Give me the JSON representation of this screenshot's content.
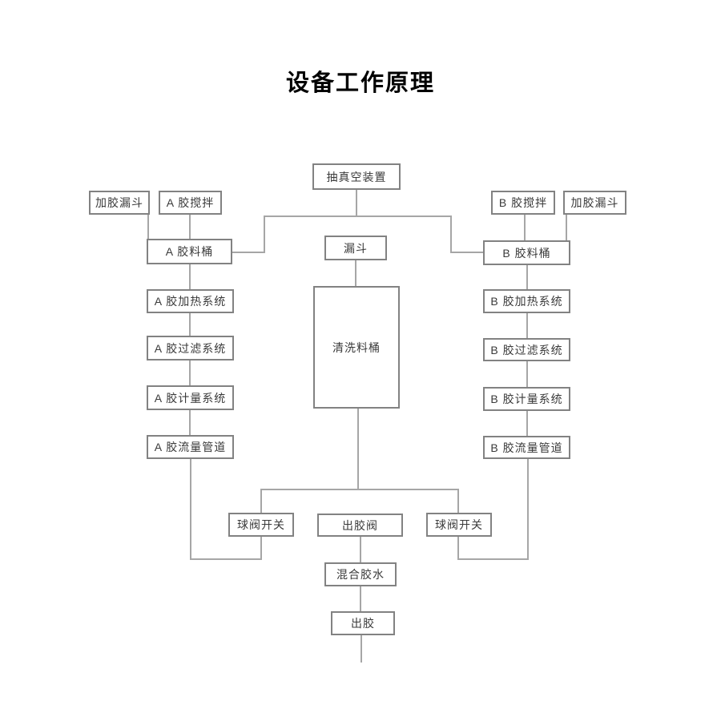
{
  "title": "设备工作原理",
  "colors": {
    "line": "#a6a6a6",
    "border": "#828282",
    "text": "#3a3a3a",
    "title": "#000000"
  },
  "diagram": {
    "nodes": {
      "vacuum": {
        "label": "抽真空装置"
      },
      "hopper_a": {
        "label": "加胶漏斗"
      },
      "stir_a": {
        "label": "A 胶搅拌"
      },
      "barrel_a": {
        "label": "A 胶料桶"
      },
      "heat_a": {
        "label": "A 胶加热系统"
      },
      "filter_a": {
        "label": "A 胶过滤系统"
      },
      "meter_a": {
        "label": "A 胶计量系统"
      },
      "flow_a": {
        "label": "A 胶流量管道"
      },
      "funnel": {
        "label": "漏斗"
      },
      "wash_barrel": {
        "label": "清洗料桶"
      },
      "stir_b": {
        "label": "B 胶搅拌"
      },
      "hopper_b": {
        "label": "加胶漏斗"
      },
      "barrel_b": {
        "label": "B 胶料桶"
      },
      "heat_b": {
        "label": "B 胶加热系统"
      },
      "filter_b": {
        "label": "B 胶过滤系统"
      },
      "meter_b": {
        "label": "B 胶计量系统"
      },
      "flow_b": {
        "label": "B 胶流量管道"
      },
      "valve_left": {
        "label": "球阀开关"
      },
      "outlet_valve": {
        "label": "出胶阀"
      },
      "valve_right": {
        "label": "球阀开关"
      },
      "mix": {
        "label": "混合胶水"
      },
      "out": {
        "label": "出胶"
      }
    },
    "edges": [
      {
        "from": "vacuum",
        "to": "barrel_a"
      },
      {
        "from": "vacuum",
        "to": "barrel_b"
      },
      {
        "from": "hopper_a",
        "to": "barrel_a"
      },
      {
        "from": "stir_a",
        "to": "barrel_a"
      },
      {
        "from": "barrel_a",
        "to": "heat_a"
      },
      {
        "from": "heat_a",
        "to": "filter_a"
      },
      {
        "from": "filter_a",
        "to": "meter_a"
      },
      {
        "from": "meter_a",
        "to": "flow_a"
      },
      {
        "from": "flow_a",
        "to": "valve_left"
      },
      {
        "from": "funnel",
        "to": "wash_barrel"
      },
      {
        "from": "wash_barrel",
        "to": "valve_left"
      },
      {
        "from": "wash_barrel",
        "to": "valve_right"
      },
      {
        "from": "stir_b",
        "to": "barrel_b"
      },
      {
        "from": "hopper_b",
        "to": "barrel_b"
      },
      {
        "from": "barrel_b",
        "to": "heat_b"
      },
      {
        "from": "heat_b",
        "to": "filter_b"
      },
      {
        "from": "filter_b",
        "to": "meter_b"
      },
      {
        "from": "meter_b",
        "to": "flow_b"
      },
      {
        "from": "flow_b",
        "to": "valve_right"
      },
      {
        "from": "outlet_valve",
        "to": "mix"
      },
      {
        "from": "mix",
        "to": "out"
      }
    ]
  }
}
